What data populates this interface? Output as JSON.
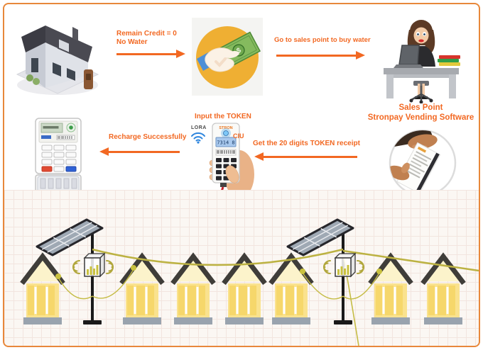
{
  "frame": {
    "border_color": "#E8883B"
  },
  "colors": {
    "accent_orange": "#F26822",
    "wire_olive": "#BCB242",
    "house_yellow": "#FAE28E",
    "roof_dark": "#3F3D39",
    "coin_circle_yellow": "#EFAF33",
    "bill_green": "#85BA5E"
  },
  "flow": {
    "step1_line1": "Remain Credit = 0",
    "step1_line2": "No Water",
    "step2": "Go to sales point to buy water",
    "sales_line1": "Sales Point",
    "sales_line2": "Stronpay Vending Software",
    "step3": "Get the 20 digits TOKEN receipt",
    "step4": "Input the TOKEN",
    "step5": "Recharge Successfully"
  },
  "ciu": {
    "brand": "STRON",
    "screen": "7314 8",
    "label": "CIU",
    "radio": "LORA"
  }
}
